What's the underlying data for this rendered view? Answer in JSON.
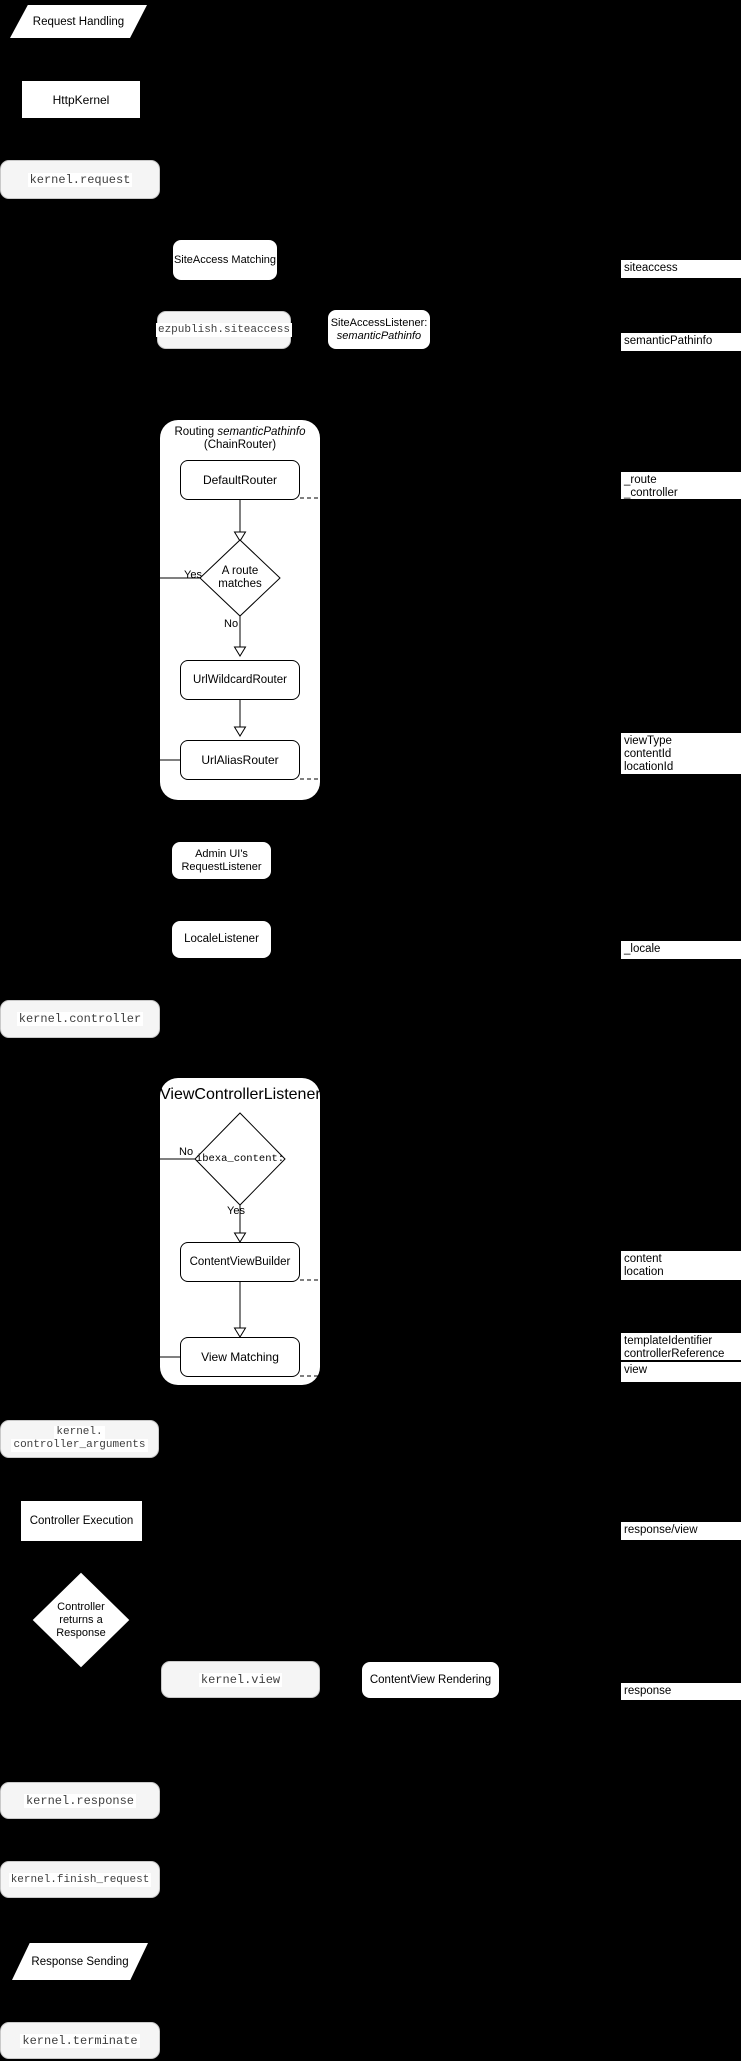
{
  "diagram_title": "Request Handling event flow",
  "colors": {
    "background": "#000000",
    "node_fill": "#ffffff",
    "event_fill": "#f5f5f5",
    "event_border": "#c9c9c9",
    "line": "#000000",
    "code_text": "#3f3f3f",
    "label_text": "#000000"
  },
  "labels": {
    "request_handling": "Request Handling",
    "http_kernel": "HttpKernel",
    "kernel_request": "kernel.request",
    "siteaccess_matching": "SiteAccess Matching",
    "ezpublish_siteaccess": "ezpublish.siteaccess",
    "siteaccess_listener_title": "SiteAccessListener:",
    "siteaccess_listener_param": "semanticPathinfo",
    "routing_title_prefix": "Routing",
    "routing_title_param": "semanticPathinfo",
    "routing_title_sub": "(ChainRouter)",
    "default_router": "DefaultRouter",
    "route_matches_l1": "A route",
    "route_matches_l2": "matches",
    "yes": "Yes",
    "no": "No",
    "url_wildcard_router": "UrlWildcardRouter",
    "url_alias_router": "UrlAliasRouter",
    "admin_ui_l1": "Admin UI's",
    "admin_ui_l2": "RequestListener",
    "locale_listener": "LocaleListener",
    "kernel_controller": "kernel.controller",
    "view_controller_listener": "ViewControllerListener",
    "ibexa_content": "ibexa_content:",
    "content_view_builder": "ContentViewBuilder",
    "view_matching": "View Matching",
    "kernel_controller_arguments_l1": "kernel.",
    "kernel_controller_arguments_l2": "controller_arguments",
    "controller_execution": "Controller Execution",
    "controller_returns_l1": "Controller",
    "controller_returns_l2": "returns a",
    "controller_returns_l3": "Response",
    "kernel_view": "kernel.view",
    "contentview_rendering": "ContentView Rendering",
    "kernel_response": "kernel.response",
    "kernel_finish_request": "kernel.finish_request",
    "response_sending": "Response Sending",
    "kernel_terminate": "kernel.terminate"
  },
  "side_labels": {
    "siteaccess": [
      "siteaccess"
    ],
    "semantic_pathinfo": [
      "semanticPathinfo"
    ],
    "route": [
      "_route",
      "_controller"
    ],
    "view_params": [
      "viewType",
      "contentId",
      "locationId"
    ],
    "locale": [
      "_locale"
    ],
    "content_location": [
      "content",
      "location"
    ],
    "template": [
      "templateIdentifier",
      "controllerReference"
    ],
    "view": [
      "view"
    ],
    "response_view": [
      "response/view"
    ],
    "response": [
      "response"
    ]
  }
}
